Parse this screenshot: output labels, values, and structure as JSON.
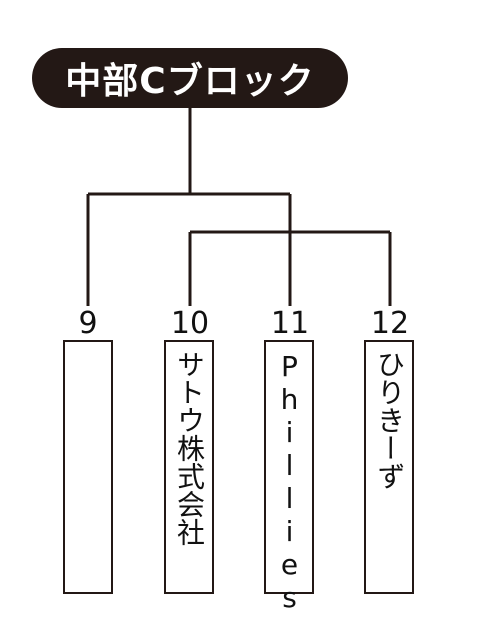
{
  "title": "中部Cブロック",
  "colors": {
    "line": "#231815",
    "pill": "#231815",
    "pill_text": "#ffffff"
  },
  "teams": [
    {
      "seed": "9",
      "name": ""
    },
    {
      "seed": "10",
      "name": "サトウ株式会社"
    },
    {
      "seed": "11",
      "name": "Phillies"
    },
    {
      "seed": "12",
      "name": "ひりきーず"
    }
  ]
}
